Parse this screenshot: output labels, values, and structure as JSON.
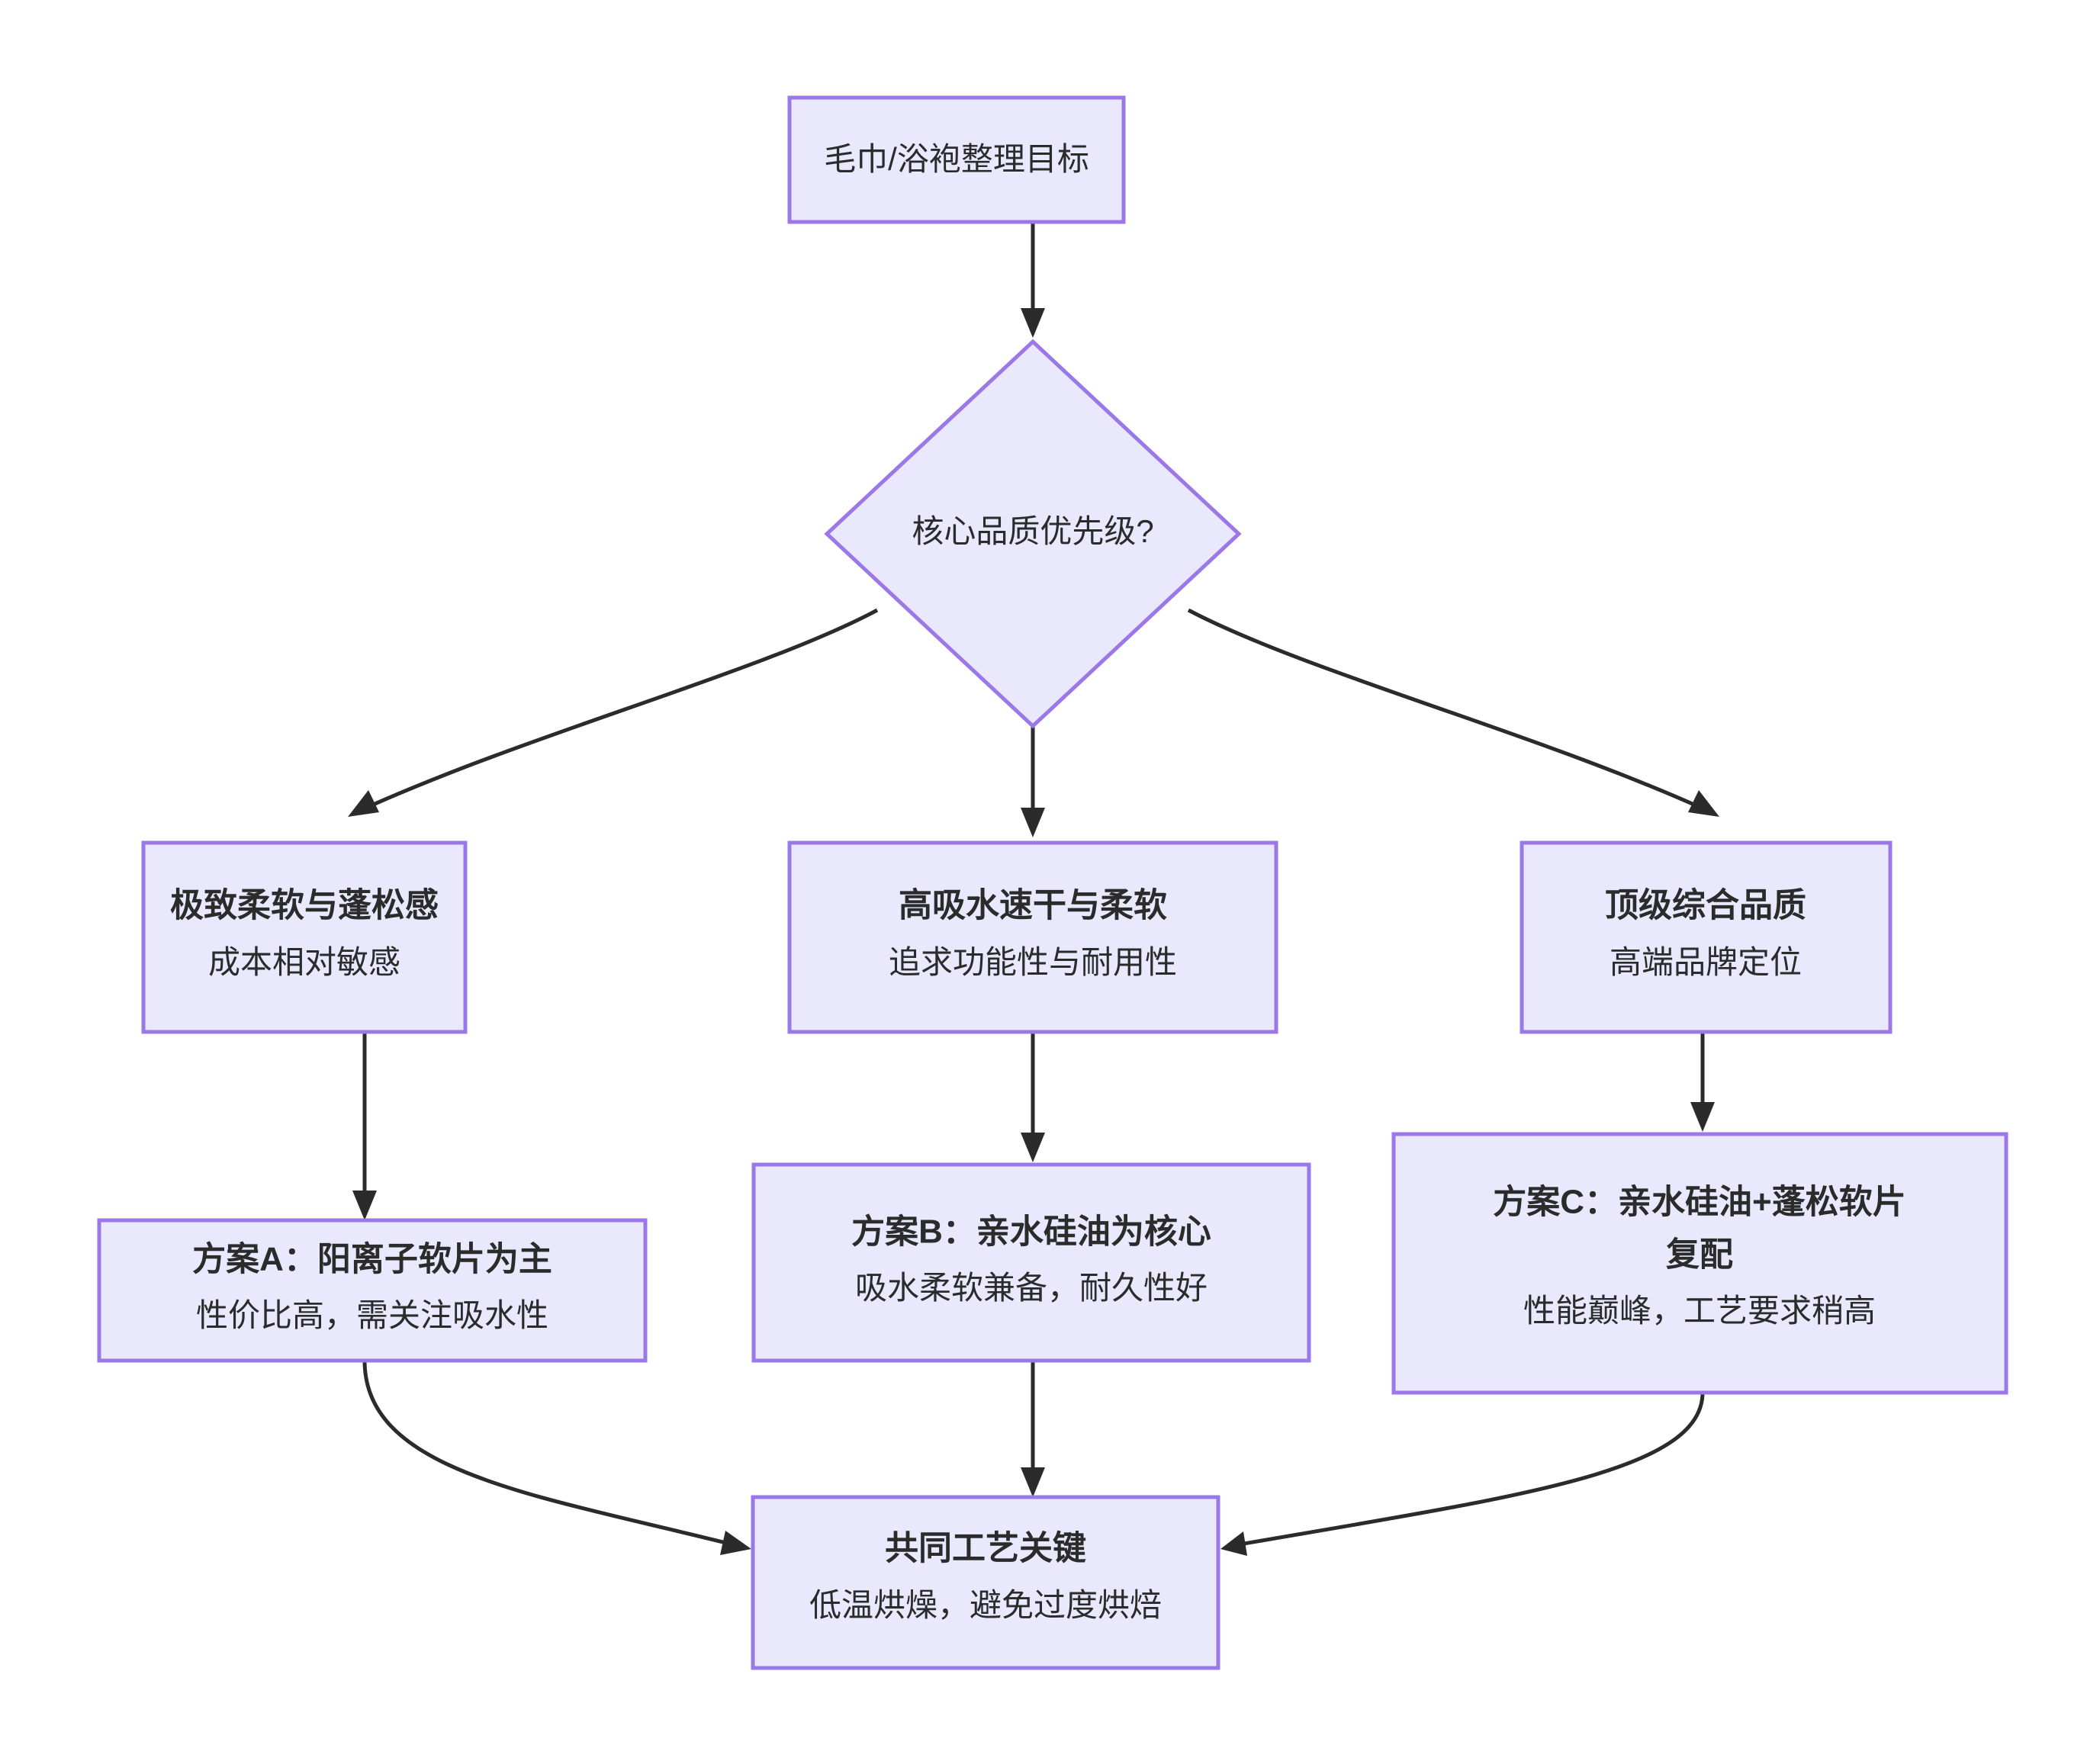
{
  "diagram": {
    "type": "flowchart",
    "direction": "top-down",
    "title_node": "毛巾/浴袍整理目标",
    "theme": {
      "node_fill": "#e9e8fc",
      "node_border": "#9b78e8",
      "edge_color": "#2b2b2b",
      "text_color": "#2b2b2b",
      "background": "#ffffff"
    },
    "nodes": [
      {
        "id": "start",
        "shape": "rectangle",
        "lines": [
          {
            "text": "毛巾/浴袍整理目标",
            "style": "plain"
          }
        ]
      },
      {
        "id": "decision",
        "shape": "diamond",
        "lines": [
          {
            "text": "核心品质优先级?",
            "style": "plain"
          }
        ]
      },
      {
        "id": "branch-left",
        "shape": "rectangle",
        "lines": [
          {
            "text": "极致柔软与蓬松感",
            "style": "bold"
          },
          {
            "text": "成本相对敏感",
            "style": "sub"
          }
        ]
      },
      {
        "id": "branch-middle",
        "shape": "rectangle",
        "lines": [
          {
            "text": "高吸水速干与柔软",
            "style": "bold"
          },
          {
            "text": "追求功能性与耐用性",
            "style": "sub"
          }
        ]
      },
      {
        "id": "branch-right",
        "shape": "rectangle",
        "lines": [
          {
            "text": "顶级综合品质",
            "style": "bold"
          },
          {
            "text": "高端品牌定位",
            "style": "sub"
          }
        ]
      },
      {
        "id": "solution-a",
        "shape": "rectangle",
        "lines": [
          {
            "text": "方案A：阳离子软片为主",
            "style": "bold"
          },
          {
            "text": "性价比高，需关注吸水性",
            "style": "sub"
          }
        ]
      },
      {
        "id": "solution-b",
        "shape": "rectangle",
        "lines": [
          {
            "text": "方案B：亲水硅油为核心",
            "style": "bold"
          },
          {
            "text": "吸水柔软兼备，耐久性好",
            "style": "sub"
          }
        ]
      },
      {
        "id": "solution-c",
        "shape": "rectangle",
        "lines": [
          {
            "text": "方案C：亲水硅油+蓬松软片",
            "style": "bold"
          },
          {
            "text": "复配",
            "style": "bold"
          },
          {
            "text": "性能巅峰，工艺要求稍高",
            "style": "sub"
          }
        ]
      },
      {
        "id": "common",
        "shape": "rectangle",
        "lines": [
          {
            "text": "共同工艺关键",
            "style": "bold"
          },
          {
            "text": "低温烘燥，避免过度烘焙",
            "style": "sub"
          }
        ]
      }
    ],
    "edges": [
      {
        "from": "start",
        "to": "decision",
        "label": ""
      },
      {
        "from": "decision",
        "to": "branch-left",
        "label": ""
      },
      {
        "from": "decision",
        "to": "branch-middle",
        "label": ""
      },
      {
        "from": "decision",
        "to": "branch-right",
        "label": ""
      },
      {
        "from": "branch-left",
        "to": "solution-a",
        "label": ""
      },
      {
        "from": "branch-middle",
        "to": "solution-b",
        "label": ""
      },
      {
        "from": "branch-right",
        "to": "solution-c",
        "label": ""
      },
      {
        "from": "solution-a",
        "to": "common",
        "label": ""
      },
      {
        "from": "solution-b",
        "to": "common",
        "label": ""
      },
      {
        "from": "solution-c",
        "to": "common",
        "label": ""
      }
    ]
  }
}
